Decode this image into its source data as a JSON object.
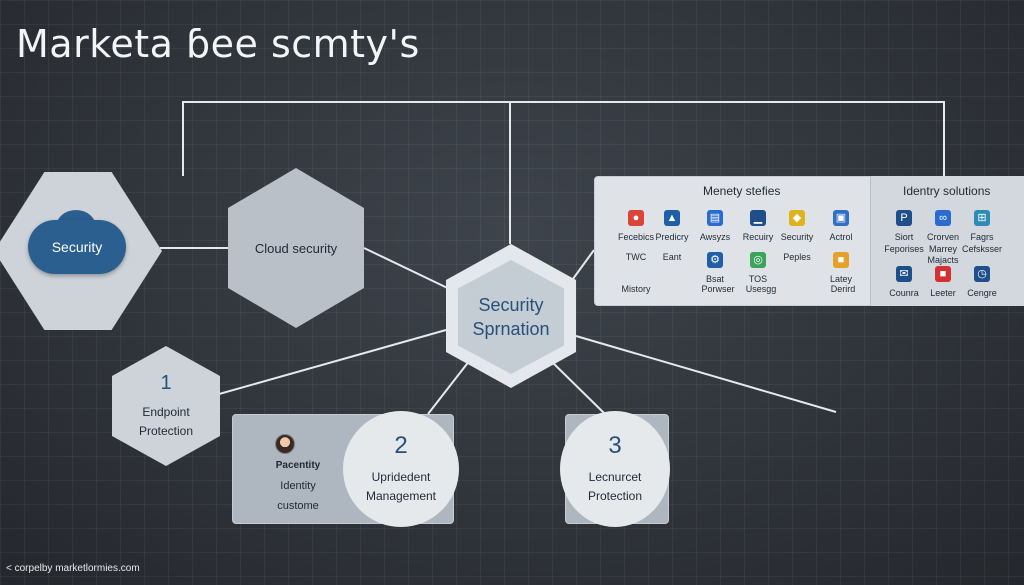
{
  "title": "Marketa ɓee scmty's",
  "nodes": {
    "security_cloud": "Security",
    "cloud_security": "Cloud security",
    "center": {
      "line1": "Security",
      "line2": "Sprnation"
    },
    "endpoint": {
      "number": "1",
      "line1": "Endpoint",
      "line2": "Protection"
    },
    "identity": {
      "label": "Pacentity",
      "line1": "Identity",
      "line2": "custome"
    },
    "two": {
      "number": "2",
      "line1": "Upridedent",
      "line2": "Management"
    },
    "three": {
      "number": "3",
      "line1": "Lecnurcet",
      "line2": "Protection"
    }
  },
  "panel": {
    "heading_left": "Menety stefies",
    "heading_right": "Identry solutions",
    "row1": [
      {
        "label": "Fecebics",
        "icon": "chrome-icon",
        "color": "#db4437"
      },
      {
        "label": "Predicry",
        "icon": "chat-icon",
        "color": "#1f5fa8"
      },
      {
        "label": "Awsyzs",
        "icon": "document-icon",
        "color": "#2a6bd1"
      },
      {
        "label": "Recuiry",
        "icon": "bar-chart-icon",
        "color": "#1f4f8a"
      },
      {
        "label": "Security",
        "icon": "shield-icon",
        "color": "#e0b21d"
      },
      {
        "label": "Actrol",
        "icon": "lock-icon",
        "color": "#2f6fc4"
      }
    ],
    "row2": [
      {
        "label": "TWC"
      },
      {
        "label": "Eant"
      },
      {
        "label": "Bsat",
        "icon": "gear-icon",
        "color": "#1f5fa8"
      },
      {
        "label": "TOS",
        "icon": "globe-icon",
        "color": "#3ba35a"
      },
      {
        "label": "Peples"
      },
      {
        "label": "Latey",
        "icon": "folder-icon",
        "color": "#e5a12a"
      }
    ],
    "row3": [
      {
        "label": "Mistory"
      },
      {
        "label": "Porwser"
      },
      {
        "label": "Usesgg"
      },
      {
        "label": "Derird"
      }
    ],
    "right_row1": [
      {
        "label": "Siort",
        "icon": "p-icon",
        "color": "#1f4f8a"
      },
      {
        "label": "Crorven",
        "icon": "link-icon",
        "color": "#2a6bd1"
      },
      {
        "label": "Fagrs",
        "icon": "grid-icon",
        "color": "#2d8bb5"
      }
    ],
    "right_row2": [
      {
        "label": "Feporises"
      },
      {
        "label": "Marrey Majacts"
      },
      {
        "label": "Cefsksser"
      }
    ],
    "right_row3": [
      {
        "label": "Counra",
        "icon": "mail-icon",
        "color": "#1f4f8a"
      },
      {
        "label": "Leeter",
        "icon": "red-square-icon",
        "color": "#d3302f"
      },
      {
        "label": "Cengre",
        "icon": "clock-icon",
        "color": "#1f4f8a"
      }
    ]
  },
  "footer": "< corpelby marketlormies.com"
}
